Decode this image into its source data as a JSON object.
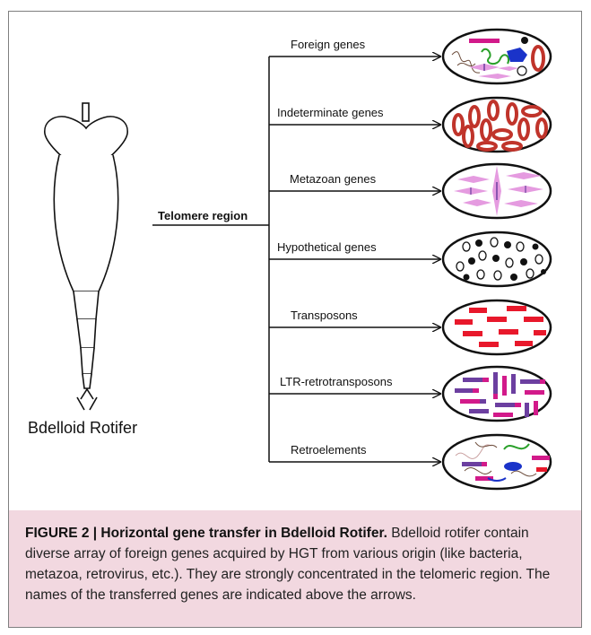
{
  "diagram": {
    "organism_label": "Bdelloid Rotifer",
    "source_label": "Telomere region",
    "branches": [
      {
        "label": "Foreign genes",
        "icon": "mixed-foreign-content-icon"
      },
      {
        "label": "Indeterminate genes",
        "icon": "red-ovals-icon"
      },
      {
        "label": "Metazoan genes",
        "icon": "pink-spindles-icon"
      },
      {
        "label": "Hypothetical genes",
        "icon": "black-white-dots-icon"
      },
      {
        "label": "Transposons",
        "icon": "red-bars-icon"
      },
      {
        "label": "LTR-retrotransposons",
        "icon": "striped-bars-icon"
      },
      {
        "label": "Retroelements",
        "icon": "mixed-retroelements-icon"
      }
    ]
  },
  "caption": {
    "title": "FIGURE 2 | Horizontal gene transfer in Bdelloid Rotifer.",
    "body": "Bdelloid rotifer contain diverse array of foreign genes acquired by HGT from various origin (like bacteria, metazoa, retrovirus, etc.). They are strongly concentrated in the telomeric region. The names of the transferred genes are indicated above the arrows."
  },
  "colors": {
    "red": "#c0342b",
    "bright_red": "#e8182b",
    "pink": "#e59be0",
    "purple": "#6c3fa0",
    "blue": "#1a33c9",
    "green": "#2aa02a",
    "magenta": "#d21a8a"
  }
}
